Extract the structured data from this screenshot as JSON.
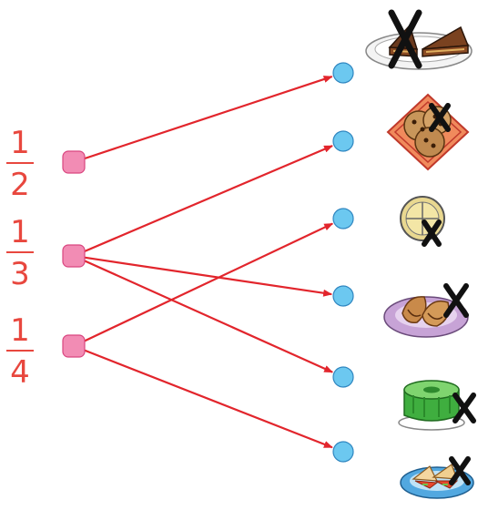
{
  "fractions": [
    {
      "numerator": "1",
      "denominator": "2"
    },
    {
      "numerator": "1",
      "denominator": "3"
    },
    {
      "numerator": "1",
      "denominator": "4"
    }
  ],
  "food_items": [
    {
      "icon": "cake-slices-plate-icon",
      "crossed": true
    },
    {
      "icon": "cookies-napkin-icon",
      "crossed": true
    },
    {
      "icon": "cheese-pie-icon",
      "crossed": true
    },
    {
      "icon": "bread-rolls-plate-icon",
      "crossed": true
    },
    {
      "icon": "jelly-mold-icon",
      "crossed": true
    },
    {
      "icon": "sandwich-platter-icon",
      "crossed": true
    }
  ],
  "connections": [
    {
      "from": 0,
      "to": 0
    },
    {
      "from": 1,
      "to": 1
    },
    {
      "from": 1,
      "to": 3
    },
    {
      "from": 1,
      "to": 4
    },
    {
      "from": 2,
      "to": 2
    },
    {
      "from": 2,
      "to": 5
    }
  ],
  "colors": {
    "fraction_text": "#e8473e",
    "left_node": "#f28cb4",
    "right_node": "#6cc8f0",
    "arrow": "#e2252c"
  }
}
